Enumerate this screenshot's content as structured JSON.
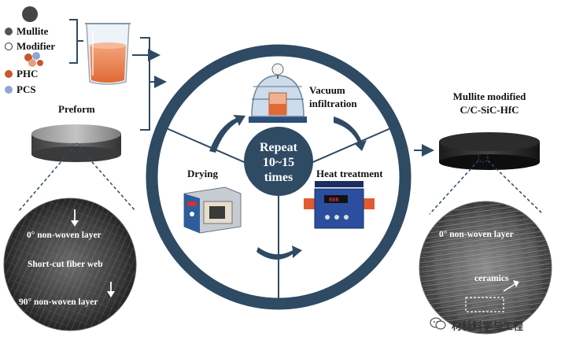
{
  "legend": {
    "mullite": "Mullite",
    "modifier": "Modifier",
    "phc": "PHC",
    "pcs": "PCS",
    "colors": {
      "mullite": "#555555",
      "modifier": "#ffffff",
      "phc": "#c8582a",
      "pcs": "#8fa6d6"
    }
  },
  "preform": {
    "label": "Preform",
    "layer_top": "0° non-woven layer",
    "web": "Short-cut fiber web",
    "layer_bottom": "90° non-woven layer"
  },
  "cycle": {
    "center_line1": "Repeat",
    "center_line2": "10~15",
    "center_line3": "times",
    "step_vacuum_line1": "Vacuum",
    "step_vacuum_line2": "infiltration",
    "step_drying": "Drying",
    "step_heat": "Heat treatment",
    "ring_color": "#2f4a63"
  },
  "product": {
    "title_line1": "Mullite modified",
    "title_line2": "C/C-SiC-HfC",
    "layer": "0° non-woven layer",
    "ceramics": "ceramics"
  },
  "watermark": {
    "text": "材料科学与工程",
    "icon": "wechat-icon"
  }
}
